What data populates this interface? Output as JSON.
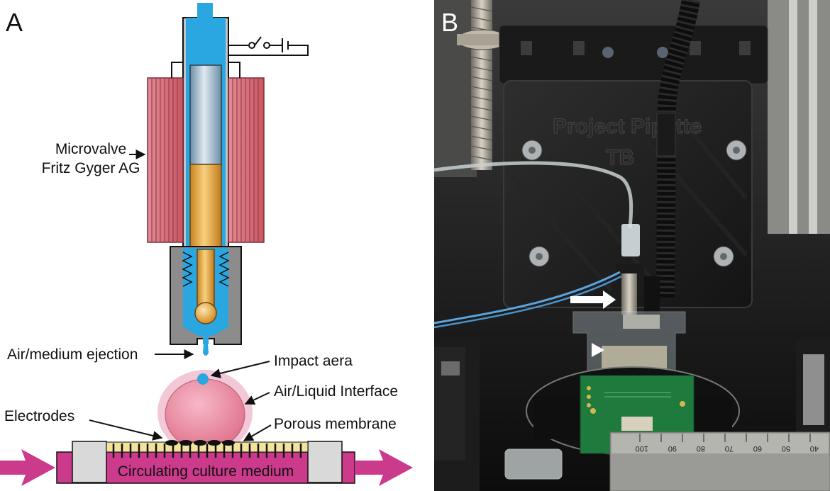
{
  "panel_a": {
    "panel_letter": "A",
    "labels": {
      "microvalve_line1": "Microvalve",
      "microvalve_line2": "Fritz Gyger AG",
      "ejection": "Air/medium ejection",
      "impact": "Impact aera",
      "interface": "Air/Liquid Interface",
      "electrodes": "Electrodes",
      "membrane": "Porous membrane",
      "medium": "Circulating culture medium"
    }
  },
  "panel_b": {
    "panel_letter": "B",
    "plate_text_line1": "Project Pipette",
    "plate_text_line2": "TB",
    "ruler_ticks": [
      "100",
      "90",
      "80",
      "70",
      "60",
      "50",
      "40"
    ]
  },
  "colors": {
    "fluid_blue": "#2aa7e0",
    "coil_red": "#d9707a",
    "medium_magenta": "#cc3a8c",
    "droplet_pink": "#e8798f",
    "membrane_yellow": "#f1e29c",
    "housing_gray": "#8c8c8c"
  }
}
